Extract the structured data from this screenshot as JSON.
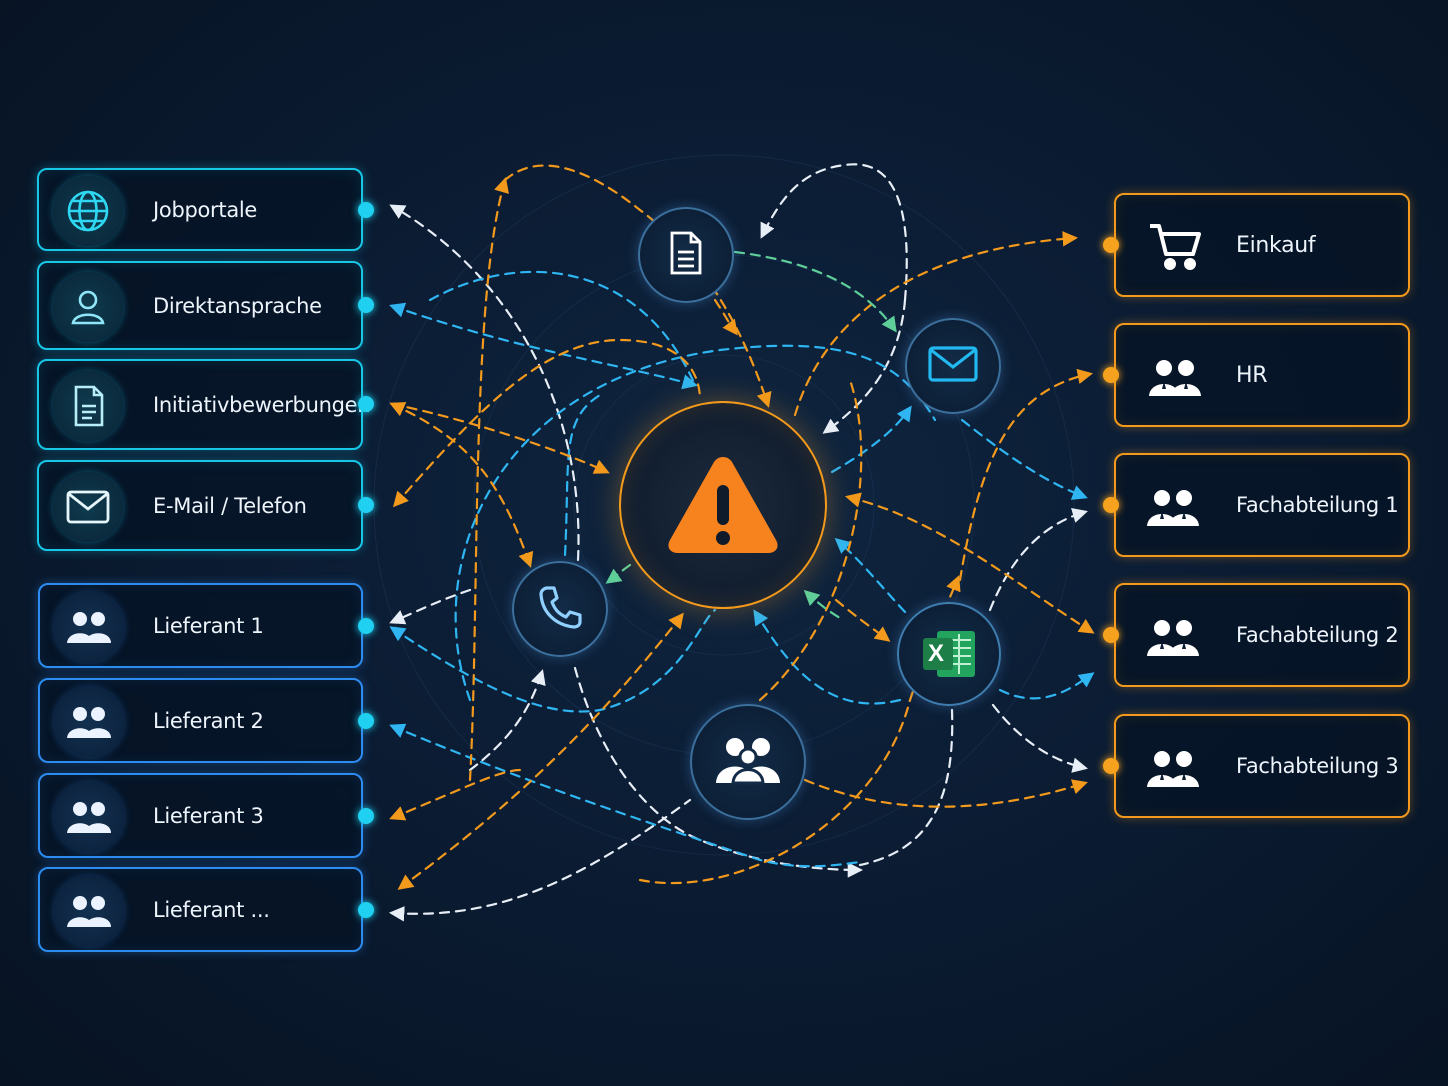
{
  "sources": [
    {
      "label": "Jobportale",
      "icon": "globe-icon",
      "color": "#18c6e6"
    },
    {
      "label": "Direktansprache",
      "icon": "person-icon",
      "color": "#18c6e6"
    },
    {
      "label": "Initiativbewerbungen",
      "icon": "document-icon",
      "color": "#18c6e6"
    },
    {
      "label": "E-Mail / Telefon",
      "icon": "mail-icon",
      "color": "#18c6e6"
    }
  ],
  "suppliers": [
    {
      "label": "Lieferant 1",
      "icon": "people-icon",
      "color": "#2d8cf0"
    },
    {
      "label": "Lieferant 2",
      "icon": "people-icon",
      "color": "#2d8cf0"
    },
    {
      "label": "Lieferant 3",
      "icon": "people-icon",
      "color": "#2d8cf0"
    },
    {
      "label": "Lieferant ...",
      "icon": "people-icon",
      "color": "#2d8cf0"
    }
  ],
  "departments": [
    {
      "label": "Einkauf",
      "icon": "cart-icon",
      "color": "#f39a1c"
    },
    {
      "label": "HR",
      "icon": "team-icon",
      "color": "#f39a1c"
    },
    {
      "label": "Fachabteilung 1",
      "icon": "team-icon",
      "color": "#f39a1c"
    },
    {
      "label": "Fachabteilung 2",
      "icon": "team-icon",
      "color": "#f39a1c"
    },
    {
      "label": "Fachabteilung 3",
      "icon": "team-icon",
      "color": "#f39a1c"
    }
  ],
  "hub_nodes": [
    {
      "name": "warning-node",
      "icon": "warning-icon",
      "color": "#f7831f"
    },
    {
      "name": "document-node",
      "icon": "document-icon",
      "color": "#ffffff"
    },
    {
      "name": "mail-node",
      "icon": "mail-icon",
      "color": "#22b8f0"
    },
    {
      "name": "phone-node",
      "icon": "phone-icon",
      "color": "#8fd0ff"
    },
    {
      "name": "excel-node",
      "icon": "excel-icon",
      "excel_letter": "X",
      "color": "#1f9d55"
    },
    {
      "name": "group-node",
      "icon": "group-icon",
      "color": "#ffffff"
    }
  ],
  "colors": {
    "orange": "#f39a1c",
    "cyan": "#18c6e6",
    "blue": "#2d8cf0",
    "white_dash": "#e8eef6",
    "green_dash": "#5fcf9a",
    "background": "#0b1c33"
  }
}
